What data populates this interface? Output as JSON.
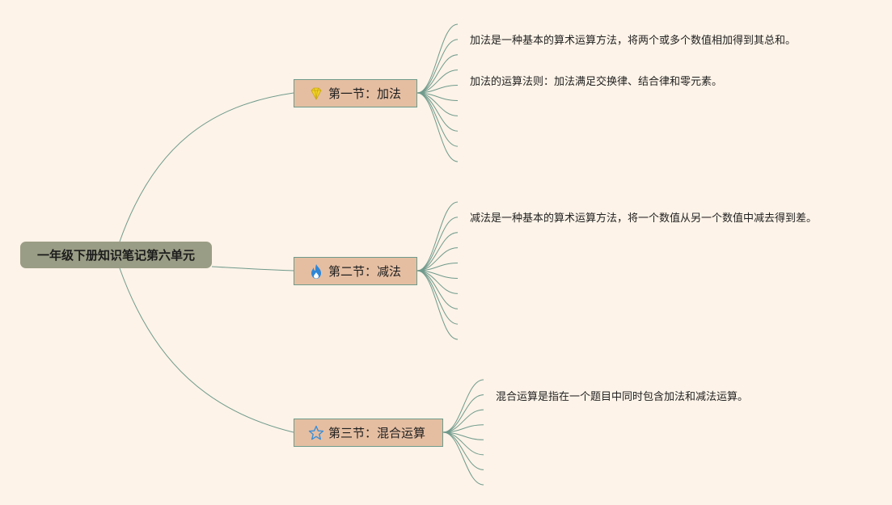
{
  "root": {
    "label": "一年级下册知识笔记第六单元"
  },
  "sections": [
    {
      "label": "第一节：加法",
      "icon": "diamond-icon",
      "icon_color": "#f2d22b",
      "notes": [
        "加法是一种基本的算术运算方法，将两个或多个数值相加得到其总和。",
        "加法的运算法则：加法满足交换律、结合律和零元素。"
      ]
    },
    {
      "label": "第二节：减法",
      "icon": "fire-icon",
      "icon_color": "#2f86d6",
      "notes": [
        "减法是一种基本的算术运算方法，将一个数值从另一个数值中减去得到差。"
      ]
    },
    {
      "label": "第三节：混合运算",
      "icon": "star-icon",
      "icon_color": "#3b8fd8",
      "notes": [
        "混合运算是指在一个题目中同时包含加法和减法运算。"
      ]
    }
  ],
  "colors": {
    "background": "#fdf3e8",
    "root_fill": "#9a9d85",
    "topic_fill": "#e5bea2",
    "line": "#6f9a8c"
  }
}
